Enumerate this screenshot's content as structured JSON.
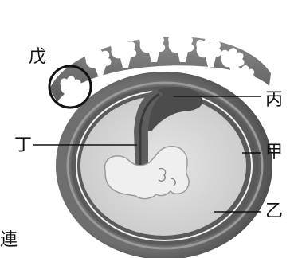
{
  "labels": {
    "wu": "戊",
    "bing": "丙",
    "ding": "丁",
    "jia": "甲",
    "yi": "乙",
    "corner": "連"
  },
  "colors": {
    "placenta": "#6f6f6f",
    "placenta_dark": "#4a4a4a",
    "villi": "#ffffff",
    "uterine_wall": "#7a7a7a",
    "chorion": "#5c5c5c",
    "amnion_fill": "#dcdcdc",
    "yolk_sac": "#9a9a9a",
    "cord": "#555555",
    "embryo": "#eeeeee",
    "line": "#111111"
  }
}
